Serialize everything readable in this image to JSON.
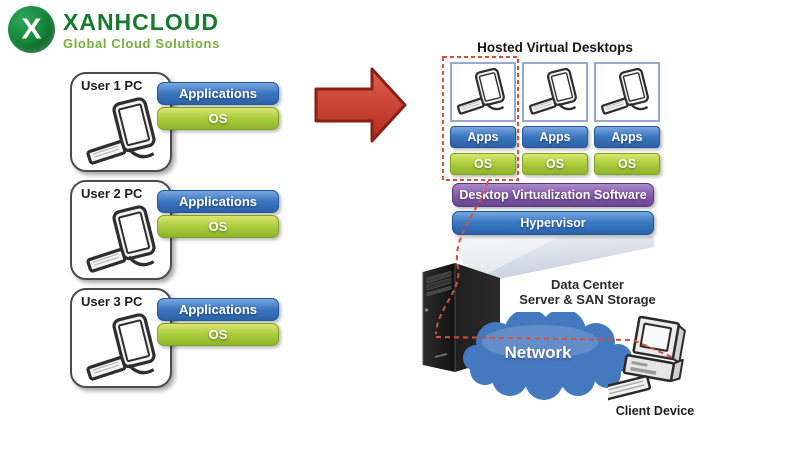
{
  "logo": {
    "brand": "XANHCLOUD",
    "tagline": "Global Cloud Solutions",
    "mark_glyph": "X"
  },
  "left_panel": {
    "groups": [
      {
        "label": "User 1 PC",
        "app_bar": "Applications",
        "os_bar": "OS"
      },
      {
        "label": "User 2 PC",
        "app_bar": "Applications",
        "os_bar": "OS"
      },
      {
        "label": "User 3 PC",
        "app_bar": "Applications",
        "os_bar": "OS"
      }
    ]
  },
  "right_panel": {
    "title": "Hosted Virtual Desktops",
    "vm_columns": [
      {
        "app_bar": "Apps",
        "os_bar": "OS"
      },
      {
        "app_bar": "Apps",
        "os_bar": "OS"
      },
      {
        "app_bar": "Apps",
        "os_bar": "OS"
      }
    ],
    "virtualization_bar": "Desktop Virtualization Software",
    "hypervisor_bar": "Hypervisor",
    "datacenter_line1": "Data Center",
    "datacenter_line2": "Server & SAN Storage",
    "network_label": "Network",
    "client_label": "Client Device"
  },
  "icons": {
    "logo_mark": "x-in-green-circle-icon",
    "user_pc": "desktop-pc-icon",
    "vm_desktop": "desktop-pc-icon",
    "transform": "right-arrow-icon",
    "server": "server-tower-icon",
    "network": "cloud-icon",
    "client": "client-computer-icon"
  },
  "colors": {
    "app_bar_blue": "#3b76c0",
    "os_bar_green": "#a8cc3a",
    "virtualization_purple": "#7b54a0",
    "hypervisor_blue": "#2f6fbe",
    "arrow_red": "#c93527",
    "dashed_red": "#d4503a",
    "cloud_blue": "#4478bf",
    "vm_box_border": "#96aacd",
    "logo_green_dark": "#157a2d",
    "logo_green_light": "#76ad3b"
  }
}
